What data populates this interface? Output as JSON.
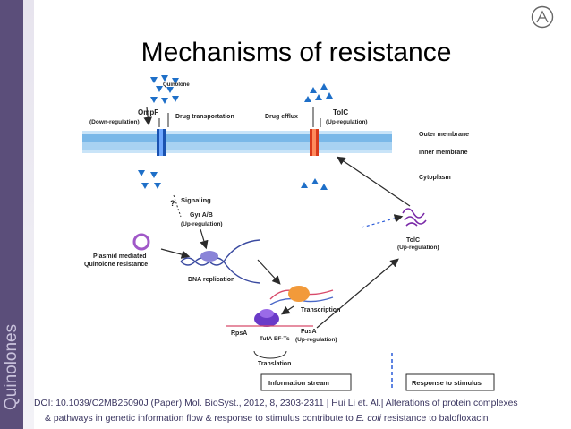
{
  "sidebar": {
    "label": "Quinolones",
    "color": "#5b4e7a"
  },
  "title": "Mechanisms of resistance",
  "diagram": {
    "quinolone": "Quinolone",
    "ompf": "OmpF",
    "ompf_reg": "(Down-regulation)",
    "drug_transport": "Drug transportation",
    "drug_efflux": "Drug efflux",
    "tolc_top": "TolC",
    "tolc_top_reg": "(Up-regulation)",
    "outer_membrane": "Outer membrane",
    "inner_membrane": "Inner membrane",
    "cytoplasm": "Cytoplasm",
    "signaling": "Signaling",
    "question": "?",
    "gyr": "Gyr A/B",
    "gyr_reg": "(Up-regulation)",
    "tolc_right": "TolC",
    "tolc_right_reg": "(Up-regulation)",
    "plasmid_1": "Plasmid mediated",
    "plasmid_2": "Quinolone resistance",
    "dna_replication": "DNA replication",
    "transcription": "Transcription",
    "rpsa": "RpsA",
    "tufa": "TufA",
    "efts": "EF-Ts",
    "fusa": "FusA",
    "fusa_reg": "(Up-regulation)",
    "translation": "Translation",
    "legend_info": "Information stream",
    "legend_response": "Response to stimulus"
  },
  "caption": {
    "line1": "DOI: 10.1039/C2MB25090J (Paper) Mol. BioSyst., 2012, 8, 2303-2311 | Hui Li  et. Al.| Alterations of protein complexes",
    "line2_a": "& pathways in genetic information flow & response to stimulus contribute to ",
    "line2_italic": "E. coli",
    "line2_b": " resistance to balofloxacin"
  },
  "colors": {
    "triangle": "#1e6fc8",
    "membrane": "#7ab8e8",
    "ompf": "#1a52b0",
    "tolc": "#d83a1c",
    "arrow": "#2a2a2a",
    "legend_dash": "#2a5bd8"
  }
}
